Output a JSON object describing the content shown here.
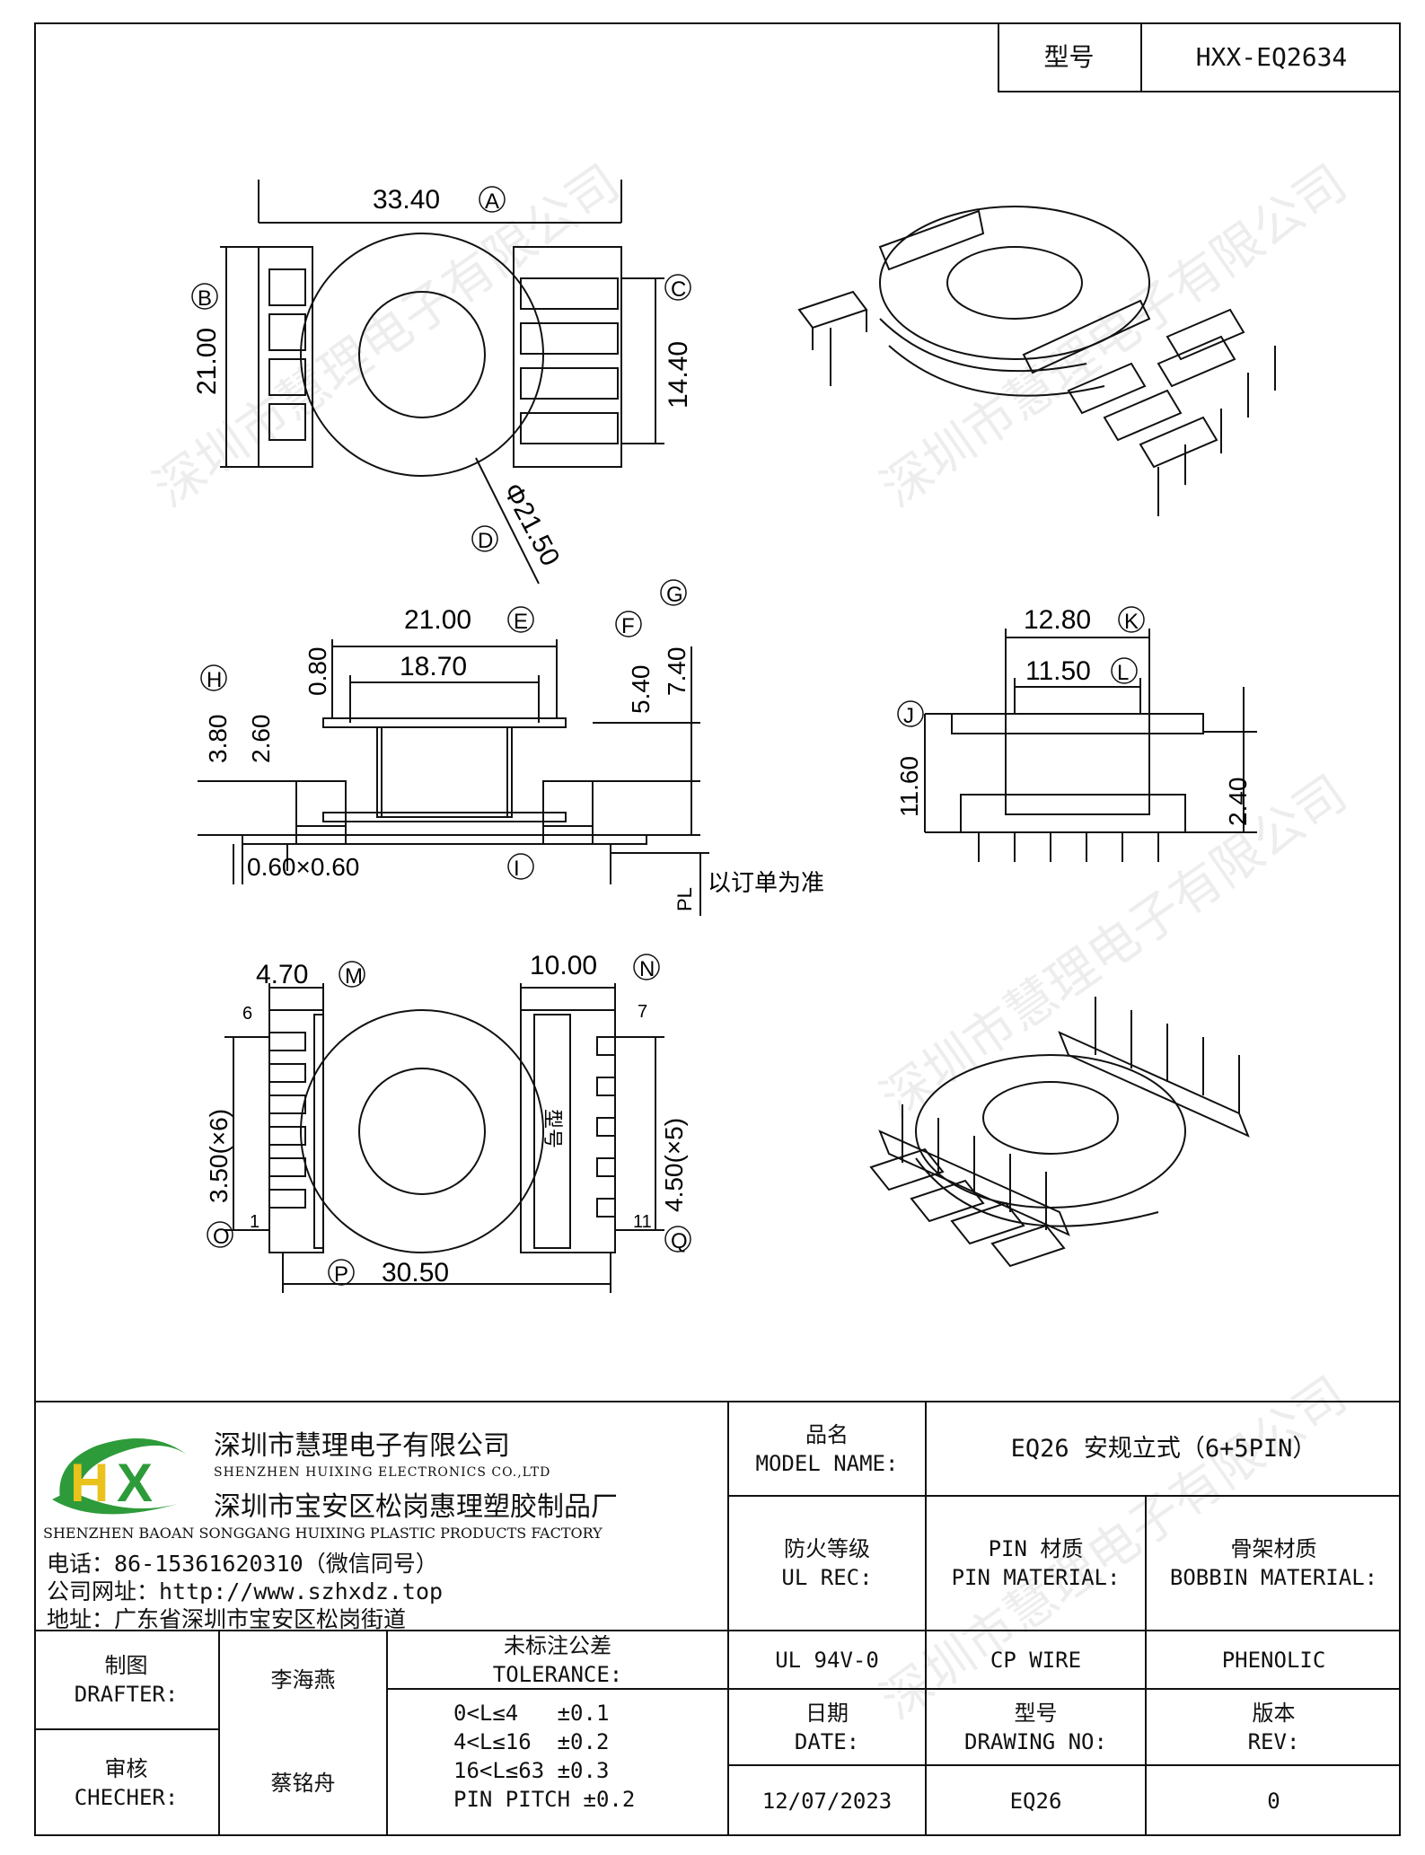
{
  "header": {
    "model_label": "型号",
    "model_value": "HXX-EQ2634"
  },
  "watermark": "深圳市慧理电子有限公司",
  "dims": {
    "A": "33.40",
    "B": "21.00",
    "C": "14.40",
    "D": "Φ21.50",
    "E": "21.00",
    "inner_width": "18.70",
    "F": "5.40",
    "G": "7.40",
    "H": "3.80",
    "flange": "0.80",
    "h260": "2.60",
    "I": "0.60×0.60",
    "K": "12.80",
    "L": "11.50",
    "J": "11.60",
    "h240": "2.40",
    "M": "4.70",
    "N": "10.00",
    "O": "3.50(×6)",
    "Q": "4.50(×5)",
    "P": "30.50",
    "pin_note": "以订单为准",
    "pl": "PL",
    "marking": "型号",
    "letters": [
      "A",
      "B",
      "C",
      "D",
      "E",
      "F",
      "G",
      "H",
      "I",
      "J",
      "K",
      "L",
      "M",
      "N",
      "O",
      "P",
      "Q"
    ],
    "pin_numbers": [
      "6",
      "1",
      "7",
      "11"
    ]
  },
  "company": {
    "name_cn": "深圳市慧理电子有限公司",
    "name_en": "SHENZHEN HUIXING ELECTRONICS CO.,LTD",
    "factory_cn": "深圳市宝安区松岗惠理塑胶制品厂",
    "factory_en": "SHENZHEN BAOAN SONGGANG HUIXING PLASTIC PRODUCTS FACTORY",
    "phone": "电话：86-15361620310（微信同号）",
    "website": "公司网址：http://www.szhxdz.top",
    "address": "地址：广东省深圳市宝安区松岗街道",
    "logo_text": "HX",
    "logo_colors": {
      "green": "#2e9b3a",
      "yellow": "#e9c21b"
    }
  },
  "table": {
    "model_name_label": [
      "品名",
      "MODEL NAME:"
    ],
    "model_name_value": "EQ26 安规立式（6+5PIN）",
    "ul_label": [
      "防火等级",
      "UL REC:"
    ],
    "pin_mat_label": [
      "PIN 材质",
      "PIN MATERIAL:"
    ],
    "bobbin_mat_label": [
      "骨架材质",
      "BOBBIN MATERIAL:"
    ],
    "drafter_label": [
      "制图",
      "DRAFTER:"
    ],
    "drafter_value": "李海燕",
    "tol_label": [
      "未标注公差",
      "TOLERANCE:"
    ],
    "ul_value": "UL 94V-0",
    "pin_value": "CP WIRE",
    "bobbin_value": "PHENOLIC",
    "checker_label": [
      "审核",
      "CHECHER:"
    ],
    "checker_value": "蔡铭舟",
    "tolerances": [
      "0<L≤4   ±0.1",
      "4<L≤16  ±0.2",
      "16<L≤63 ±0.3",
      "PIN PITCH ±0.2"
    ],
    "date_label": [
      "日期",
      "DATE:"
    ],
    "drawing_label": [
      "型号",
      "DRAWING NO:"
    ],
    "rev_label": [
      "版本",
      "REV:"
    ],
    "date_value": "12/07/2023",
    "drawing_value": "EQ26",
    "rev_value": "0"
  }
}
